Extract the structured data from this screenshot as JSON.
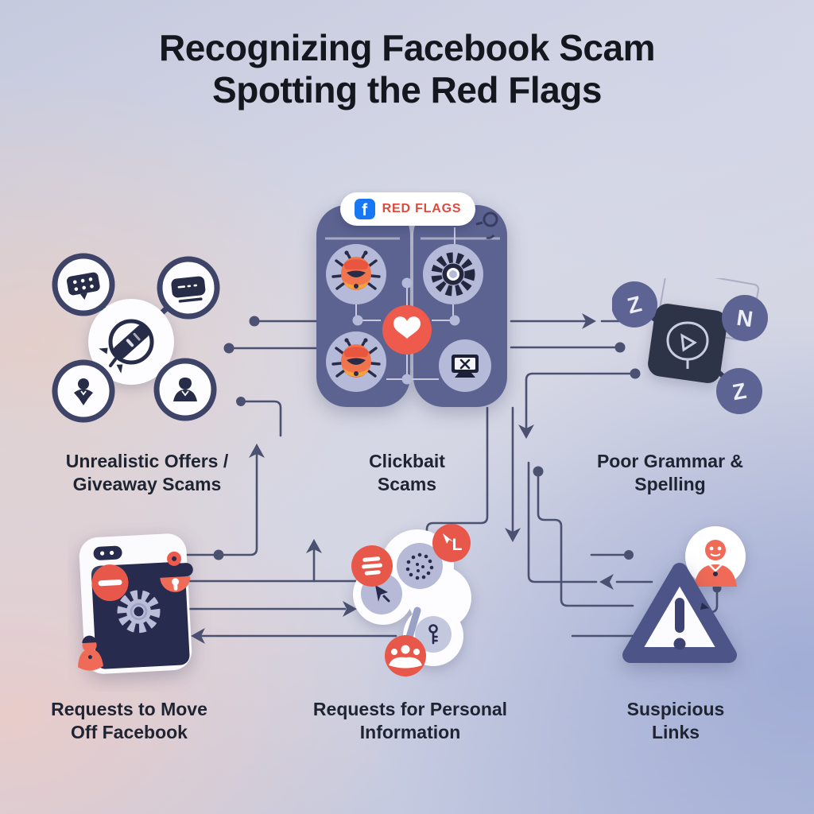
{
  "title": {
    "line1": "Recognizing Facebook Scam",
    "line2": "Spotting the Red Flags"
  },
  "center_card": {
    "logo_letter": "f",
    "badge_label": "RED FLAGS",
    "icons": [
      "angry-bug-icon",
      "dark-gear-icon",
      "like-heart-icon",
      "angry-bug-icon",
      "laptop-x-icon",
      "magnifier-doodle-icon"
    ]
  },
  "sections": {
    "unrealistic_offers": {
      "line1": "Unrealistic Offers /",
      "line2": "Giveaway Scams",
      "icons": [
        "keyboard-chat-icon",
        "message-bubble-icon",
        "blocked-gift-icon",
        "person-pin-icon",
        "person-bust-icon"
      ]
    },
    "clickbait": {
      "line1": "Clickbait",
      "line2": "Scams"
    },
    "poor_grammar": {
      "line1": "Poor Grammar &",
      "line2": "Spelling",
      "letters": [
        "Z",
        "N",
        "Z"
      ],
      "icons": [
        "brain-cursor-icon",
        "letter-bubble-icon",
        "letter-bubble-icon",
        "letter-bubble-icon"
      ]
    },
    "move_off_facebook": {
      "line1": "Requests to Move",
      "line2": "Off Facebook",
      "icons": [
        "phone-icon",
        "block-minus-icon",
        "gear-icon",
        "red-lock-icon",
        "person-alert-icon"
      ]
    },
    "personal_information": {
      "line1": "Requests for Personal",
      "line2": "Information",
      "badge_letter": "L",
      "icons": [
        "list-badge-icon",
        "qr-dots-icon",
        "cursor-icon",
        "key-icon",
        "people-badge-icon"
      ]
    },
    "suspicious_links": {
      "line1": "Suspicious",
      "line2": "Links",
      "icons": [
        "warning-triangle-icon",
        "scammer-avatar-icon"
      ]
    }
  },
  "colors": {
    "accent_red": "#e8584a",
    "salmon": "#ef6a57",
    "card_purple": "#5c6391",
    "navy_icon": "#272c49",
    "lavender": "#b6bad9",
    "trace": "#4b5170",
    "dark_square": "#2e3447",
    "facebook_blue": "#1877f2",
    "triangle_border": "#4d5588"
  }
}
